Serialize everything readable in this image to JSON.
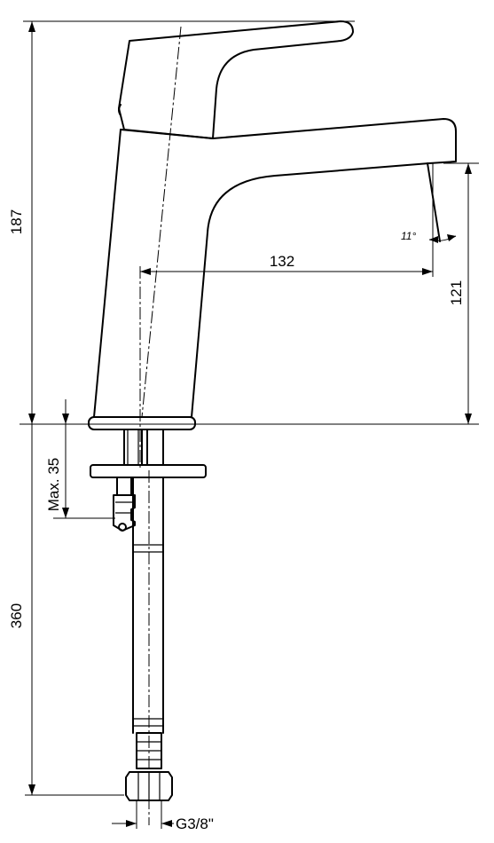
{
  "dimensions": {
    "total_height": "187",
    "spout_reach": "132",
    "spout_height": "121",
    "max_mount_thickness": "Max. 35",
    "hose_length": "360",
    "connection_thread": "G3/8\"",
    "spout_angle": "11°"
  }
}
